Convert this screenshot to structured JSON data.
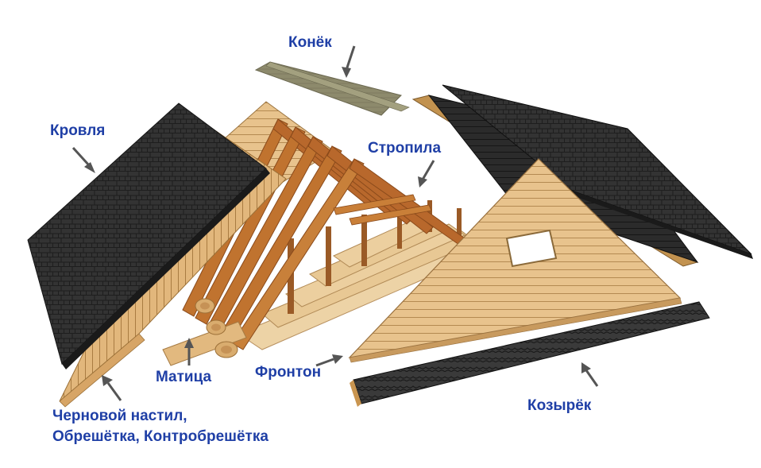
{
  "labels": {
    "ridge": "Конёк",
    "roof": "Кровля",
    "rafters": "Стропила",
    "tie_beam": "Матица",
    "gable": "Фронтон",
    "eave": "Козырёк",
    "decking_line1": "Черновой настил,",
    "decking_line2": "Обрешётка, Контробрешётка"
  },
  "colors": {
    "label_text": "#1f3fa6",
    "arrow": "#555555",
    "shingle_dark": "#2f2f2f",
    "wood_light": "#e9c48f",
    "wood_mid": "#d7a566",
    "rafter_brown": "#b8682c",
    "ridge_gray": "#8f8c6e"
  },
  "icons": {
    "arrow": "pointer-arrow-icon",
    "window": "gable-window-icon"
  }
}
